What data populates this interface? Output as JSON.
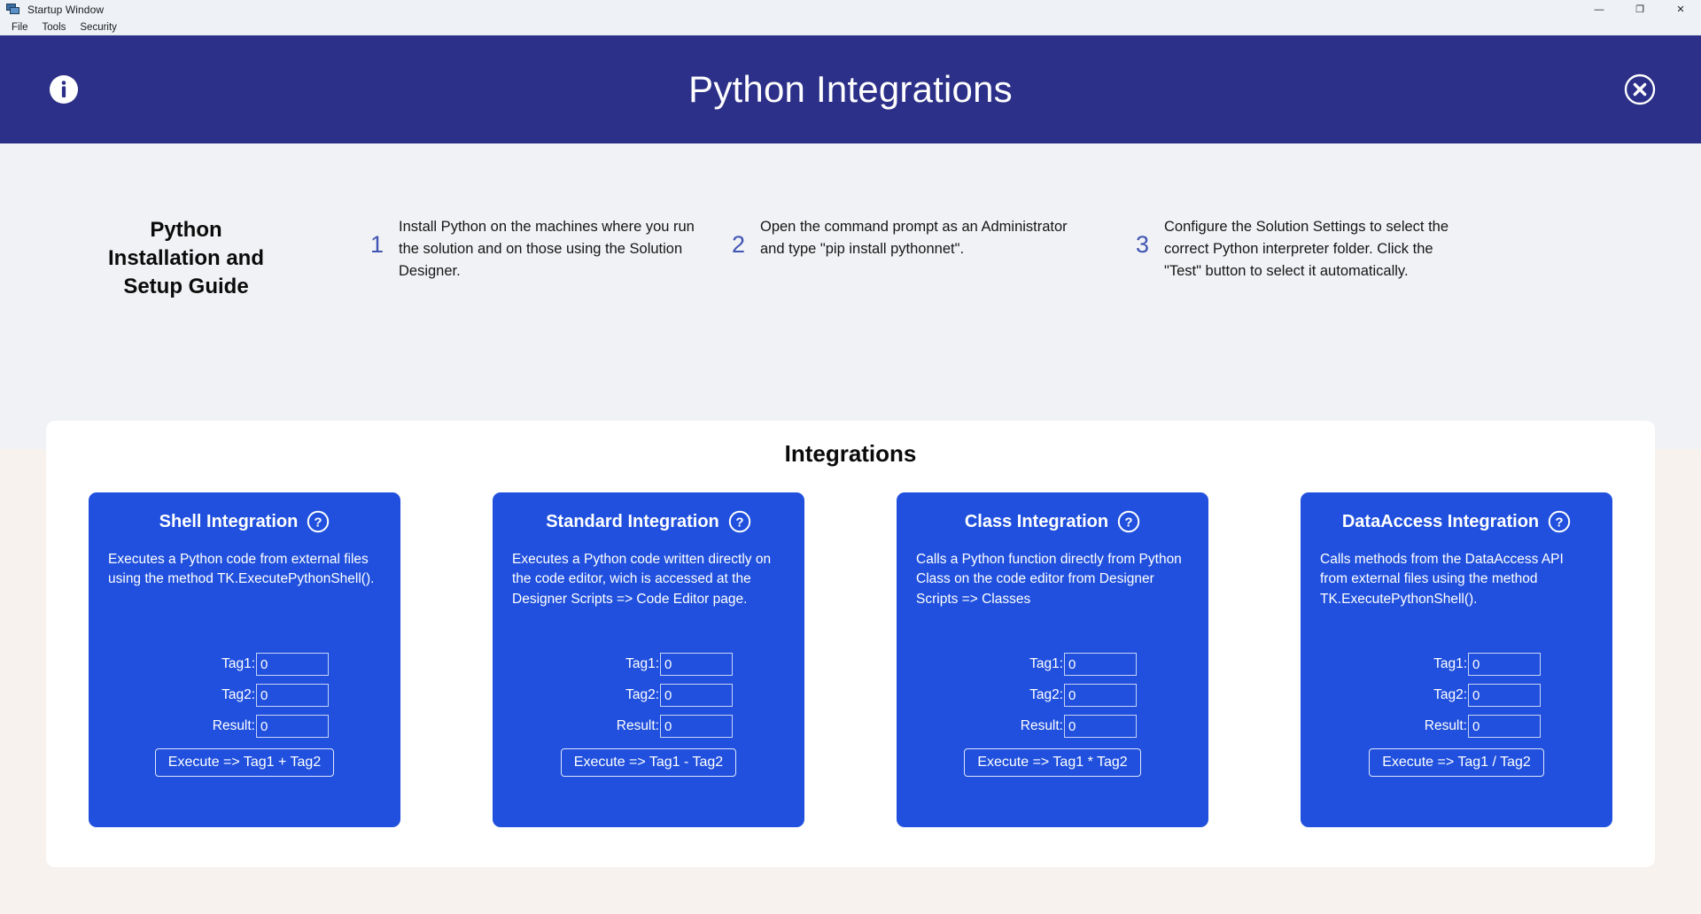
{
  "window": {
    "title": "Startup Window",
    "icon": "app-window-icon",
    "controls": [
      {
        "name": "minimize",
        "glyph": "—"
      },
      {
        "name": "maximize",
        "glyph": "❐"
      },
      {
        "name": "close",
        "glyph": "✕"
      }
    ]
  },
  "menubar": {
    "items": [
      {
        "label": "File"
      },
      {
        "label": "Tools"
      },
      {
        "label": "Security"
      }
    ]
  },
  "banner": {
    "title": "Python Integrations",
    "info_icon": "info-icon",
    "close_icon": "close-circle-icon",
    "background": "#2c3088"
  },
  "guide": {
    "heading": "Python\nInstallation and\nSetup Guide",
    "heading_lines": [
      "Python",
      "Installation and",
      "Setup Guide"
    ],
    "steps": [
      {
        "number": "1",
        "text": "Install Python on the machines where you run the solution and on those using the Solution Designer."
      },
      {
        "number": "2",
        "text": "Open the command prompt as an Administrator and type \"pip install pythonnet\"."
      },
      {
        "number": "3",
        "text": "Configure the Solution Settings to select the correct Python interpreter folder. Click the \"Test\" button to select it automatically."
      }
    ],
    "number_color": "#4055b4"
  },
  "integrations": {
    "section_title": "Integrations",
    "card_color": "#2050dd",
    "cards": [
      {
        "title": "Shell Integration",
        "help_icon": "help-icon",
        "description": "Executes a Python code from external files using the method TK.ExecutePythonShell().",
        "fields": [
          {
            "label": "Tag1:",
            "value": "0"
          },
          {
            "label": "Tag2:",
            "value": "0"
          },
          {
            "label": "Result:",
            "value": "0"
          }
        ],
        "button": "Execute => Tag1 + Tag2"
      },
      {
        "title": "Standard Integration",
        "help_icon": "help-icon",
        "description": "Executes a Python code written directly on the code editor, wich is accessed at the Designer Scripts => Code Editor page.",
        "fields": [
          {
            "label": "Tag1:",
            "value": "0"
          },
          {
            "label": "Tag2:",
            "value": "0"
          },
          {
            "label": "Result:",
            "value": "0"
          }
        ],
        "button": "Execute => Tag1 - Tag2"
      },
      {
        "title": "Class Integration",
        "help_icon": "help-icon",
        "description": "Calls a Python function directly from Python Class on the code editor from Designer Scripts => Classes",
        "fields": [
          {
            "label": "Tag1:",
            "value": "0"
          },
          {
            "label": "Tag2:",
            "value": "0"
          },
          {
            "label": "Result:",
            "value": "0"
          }
        ],
        "button": "Execute => Tag1 * Tag2"
      },
      {
        "title": "DataAccess Integration",
        "help_icon": "help-icon",
        "description": "Calls methods from the DataAccess API from external files using the method TK.ExecutePythonShell().",
        "fields": [
          {
            "label": "Tag1:",
            "value": "0"
          },
          {
            "label": "Tag2:",
            "value": "0"
          },
          {
            "label": "Result:",
            "value": "0"
          }
        ],
        "button": "Execute => Tag1 / Tag2"
      }
    ]
  }
}
